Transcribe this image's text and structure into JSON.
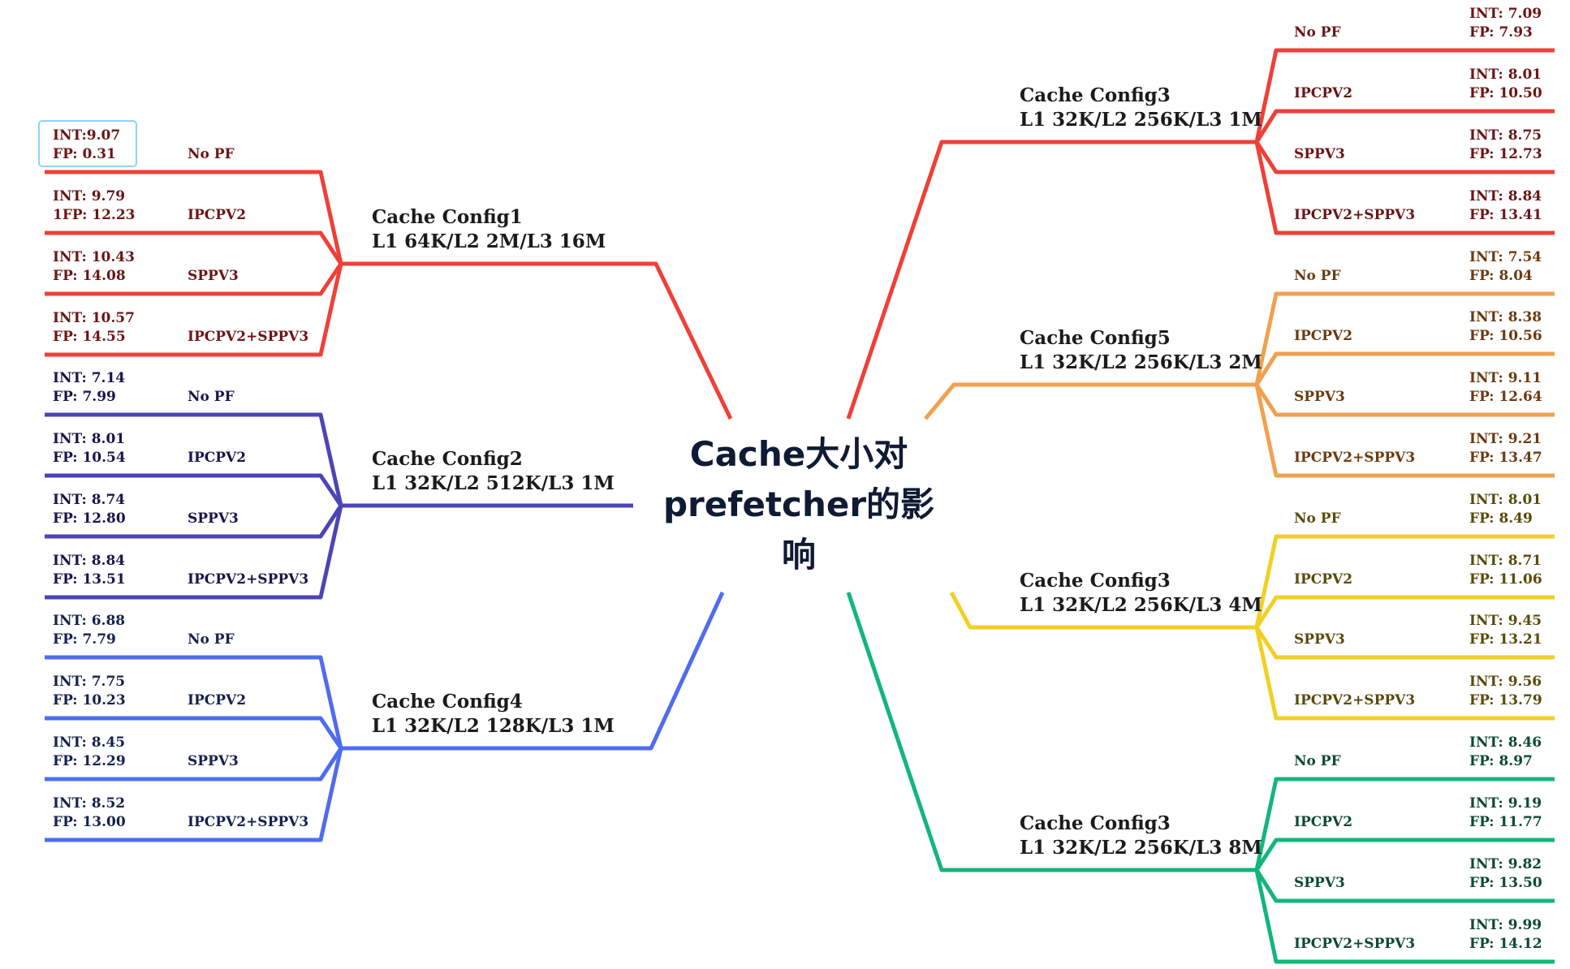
{
  "center": {
    "lines": [
      "Cache大小对",
      "prefetcher的影",
      "响"
    ],
    "color": "#0f1b33"
  },
  "colors": {
    "red": "#ef4038",
    "dark_indigo": "#4b45b6",
    "blue": "#4f6cf0",
    "orange": "#f0a14f",
    "yellow": "#f2cf25",
    "green": "#13b67a",
    "highlight": "#8fd3f3"
  },
  "left_branches": [
    {
      "color": "#ef4038",
      "label_color": "#6b1515",
      "title": "Cache Config1",
      "subtitle": "L1 64K/L2 2M/L3 16M",
      "leaves": [
        {
          "int": "INT:9.07",
          "fp": "FP: 0.31",
          "pf": "No PF",
          "highlighted": true
        },
        {
          "int": "INT: 9.79",
          "fp": "1FP: 12.23",
          "pf": "IPCPV2"
        },
        {
          "int": "INT: 10.43",
          "fp": "FP: 14.08",
          "pf": "SPPV3"
        },
        {
          "int": "INT: 10.57",
          "fp": "FP: 14.55",
          "pf": "IPCPV2+SPPV3"
        }
      ]
    },
    {
      "color": "#4b45b6",
      "label_color": "#17164a",
      "title": "Cache Config2",
      "subtitle": "L1 32K/L2 512K/L3 1M",
      "leaves": [
        {
          "int": "INT: 7.14",
          "fp": "FP: 7.99",
          "pf": "No PF"
        },
        {
          "int": "INT: 8.01",
          "fp": "FP: 10.54",
          "pf": "IPCPV2"
        },
        {
          "int": "INT: 8.74",
          "fp": "FP: 12.80",
          "pf": "SPPV3"
        },
        {
          "int": "INT: 8.84",
          "fp": "FP: 13.51",
          "pf": "IPCPV2+SPPV3"
        }
      ]
    },
    {
      "color": "#4f6cf0",
      "label_color": "#14214f",
      "title": "Cache Config4",
      "subtitle": "L1 32K/L2 128K/L3 1M",
      "leaves": [
        {
          "int": "INT: 6.88",
          "fp": "FP: 7.79",
          "pf": "No PF"
        },
        {
          "int": "INT: 7.75",
          "fp": "FP: 10.23",
          "pf": "IPCPV2"
        },
        {
          "int": "INT: 8.45",
          "fp": "FP: 12.29",
          "pf": "SPPV3"
        },
        {
          "int": "INT: 8.52",
          "fp": "FP: 13.00",
          "pf": "IPCPV2+SPPV3"
        }
      ]
    }
  ],
  "right_branches": [
    {
      "color": "#ef4038",
      "label_color": "#6b1515",
      "title": "Cache Config3",
      "subtitle": "L1 32K/L2 256K/L3 1M",
      "leaves": [
        {
          "pf": "No PF",
          "int": "INT: 7.09",
          "fp": "FP: 7.93"
        },
        {
          "pf": "IPCPV2",
          "int": "INT: 8.01",
          "fp": "FP: 10.50"
        },
        {
          "pf": "SPPV3",
          "int": "INT: 8.75",
          "fp": "FP: 12.73"
        },
        {
          "pf": "IPCPV2+SPPV3",
          "int": "INT: 8.84",
          "fp": "FP: 13.41"
        }
      ]
    },
    {
      "color": "#f0a14f",
      "label_color": "#6b3a10",
      "title": "Cache Config5",
      "subtitle": "L1 32K/L2 256K/L3 2M",
      "leaves": [
        {
          "pf": "No PF",
          "int": "INT: 7.54",
          "fp": "FP: 8.04"
        },
        {
          "pf": "IPCPV2",
          "int": "INT: 8.38",
          "fp": "FP: 10.56"
        },
        {
          "pf": "SPPV3",
          "int": "INT: 9.11",
          "fp": "FP: 12.64"
        },
        {
          "pf": "IPCPV2+SPPV3",
          "int": "INT: 9.21",
          "fp": "FP: 13.47"
        }
      ]
    },
    {
      "color": "#f2cf25",
      "label_color": "#5a4a08",
      "title": "Cache Config3",
      "subtitle": "L1 32K/L2 256K/L3 4M",
      "leaves": [
        {
          "pf": "No PF",
          "int": "INT: 8.01",
          "fp": "FP: 8.49"
        },
        {
          "pf": "IPCPV2",
          "int": "INT: 8.71",
          "fp": "FP: 11.06"
        },
        {
          "pf": "SPPV3",
          "int": "INT: 9.45",
          "fp": "FP: 13.21"
        },
        {
          "pf": "IPCPV2+SPPV3",
          "int": "INT: 9.56",
          "fp": "FP: 13.79"
        }
      ]
    },
    {
      "color": "#13b67a",
      "label_color": "#0c4a33",
      "title": "Cache Config3",
      "subtitle": "L1 32K/L2 256K/L3 8M",
      "leaves": [
        {
          "pf": "No PF",
          "int": "INT: 8.46",
          "fp": "FP: 8.97"
        },
        {
          "pf": "IPCPV2",
          "int": "INT: 9.19",
          "fp": "FP: 11.77"
        },
        {
          "pf": "SPPV3",
          "int": "INT: 9.82",
          "fp": "FP: 13.50"
        },
        {
          "pf": "IPCPV2+SPPV3",
          "int": "INT: 9.99",
          "fp": "FP: 14.12"
        }
      ]
    }
  ]
}
